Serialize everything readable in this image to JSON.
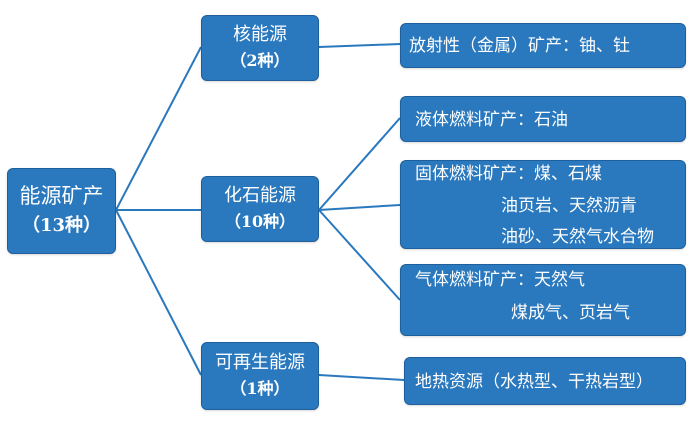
{
  "colors": {
    "box_fill": "#2a78be",
    "box_text": "#ffffff",
    "connector": "#2a78be"
  },
  "root": {
    "title": "能源矿产",
    "count": "（13种）"
  },
  "categories": [
    {
      "title": "核能源",
      "count": "（2种）"
    },
    {
      "title": "化石能源",
      "count": "（10种）"
    },
    {
      "title": "可再生能源",
      "count": "（1种）"
    }
  ],
  "leaves": [
    {
      "lines": [
        "放射性（金属）矿产：铀、钍"
      ]
    },
    {
      "lines": [
        "液体燃料矿产：石油"
      ]
    },
    {
      "lines": [
        "固体燃料矿产：煤、石煤",
        "油页岩、天然沥青",
        "油砂、天然气水合物"
      ]
    },
    {
      "lines": [
        "气体燃料矿产：天然气",
        "煤成气、页岩气"
      ]
    },
    {
      "lines": [
        "地热资源（水热型、干热岩型）"
      ]
    }
  ]
}
